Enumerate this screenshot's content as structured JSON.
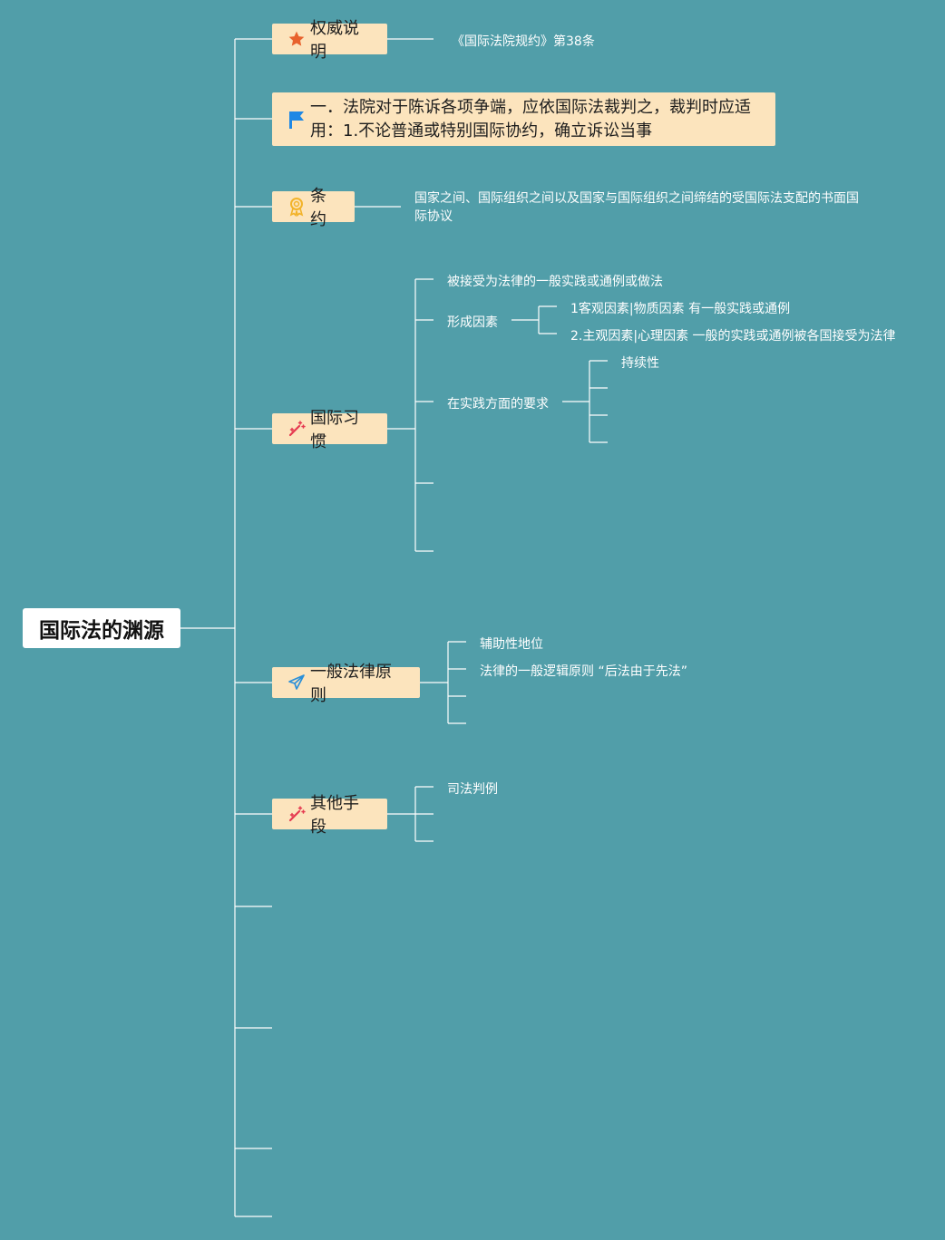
{
  "root": {
    "label": "国际法的渊源"
  },
  "branches": {
    "authority": {
      "label": "权威说明",
      "icon": "star-icon",
      "note": "《国际法院规约》第38条"
    },
    "article": {
      "line1": "一．法院对于陈诉各项争端，应依国际法裁判之，裁判时应适",
      "line2": "用：1.不论普通或特别国际协约，确立诉讼当事",
      "icon": "flag-icon"
    },
    "treaty": {
      "label": "条约",
      "icon": "award-icon",
      "note": "国家之间、国际组织之间以及国家与国际组织之间缔结的受国际法支配的书面国际协议"
    },
    "custom": {
      "label": "国际习惯",
      "icon": "magic-wand-icon",
      "definition": "被接受为法律的一般实践或通例或做法",
      "factors": {
        "label": "形成因素",
        "objective": "1客观因素|物质因素 有一般实践或通例",
        "subjective": "2.主观因素|心理因素 一般的实践或通例被各国接受为法律"
      },
      "practice": {
        "label": "在实践方面的要求",
        "continuity": "持续性"
      }
    },
    "principles": {
      "label": "一般法律原则",
      "icon": "send-icon",
      "subsidiary": "辅助性地位",
      "logic": "法律的一般逻辑原则 “后法由于先法”"
    },
    "other": {
      "label": "其他手段",
      "icon": "magic-wand-icon",
      "judicial": "司法判例"
    }
  },
  "colors": {
    "background": "#519ea9",
    "node": "#fce4bd",
    "root": "#ffffff",
    "line": "#ffffff",
    "star": "#e8622d",
    "flag": "#1e88e5",
    "award": "#f2b32a",
    "wand": "#e53950",
    "send": "#2a8fd8"
  }
}
